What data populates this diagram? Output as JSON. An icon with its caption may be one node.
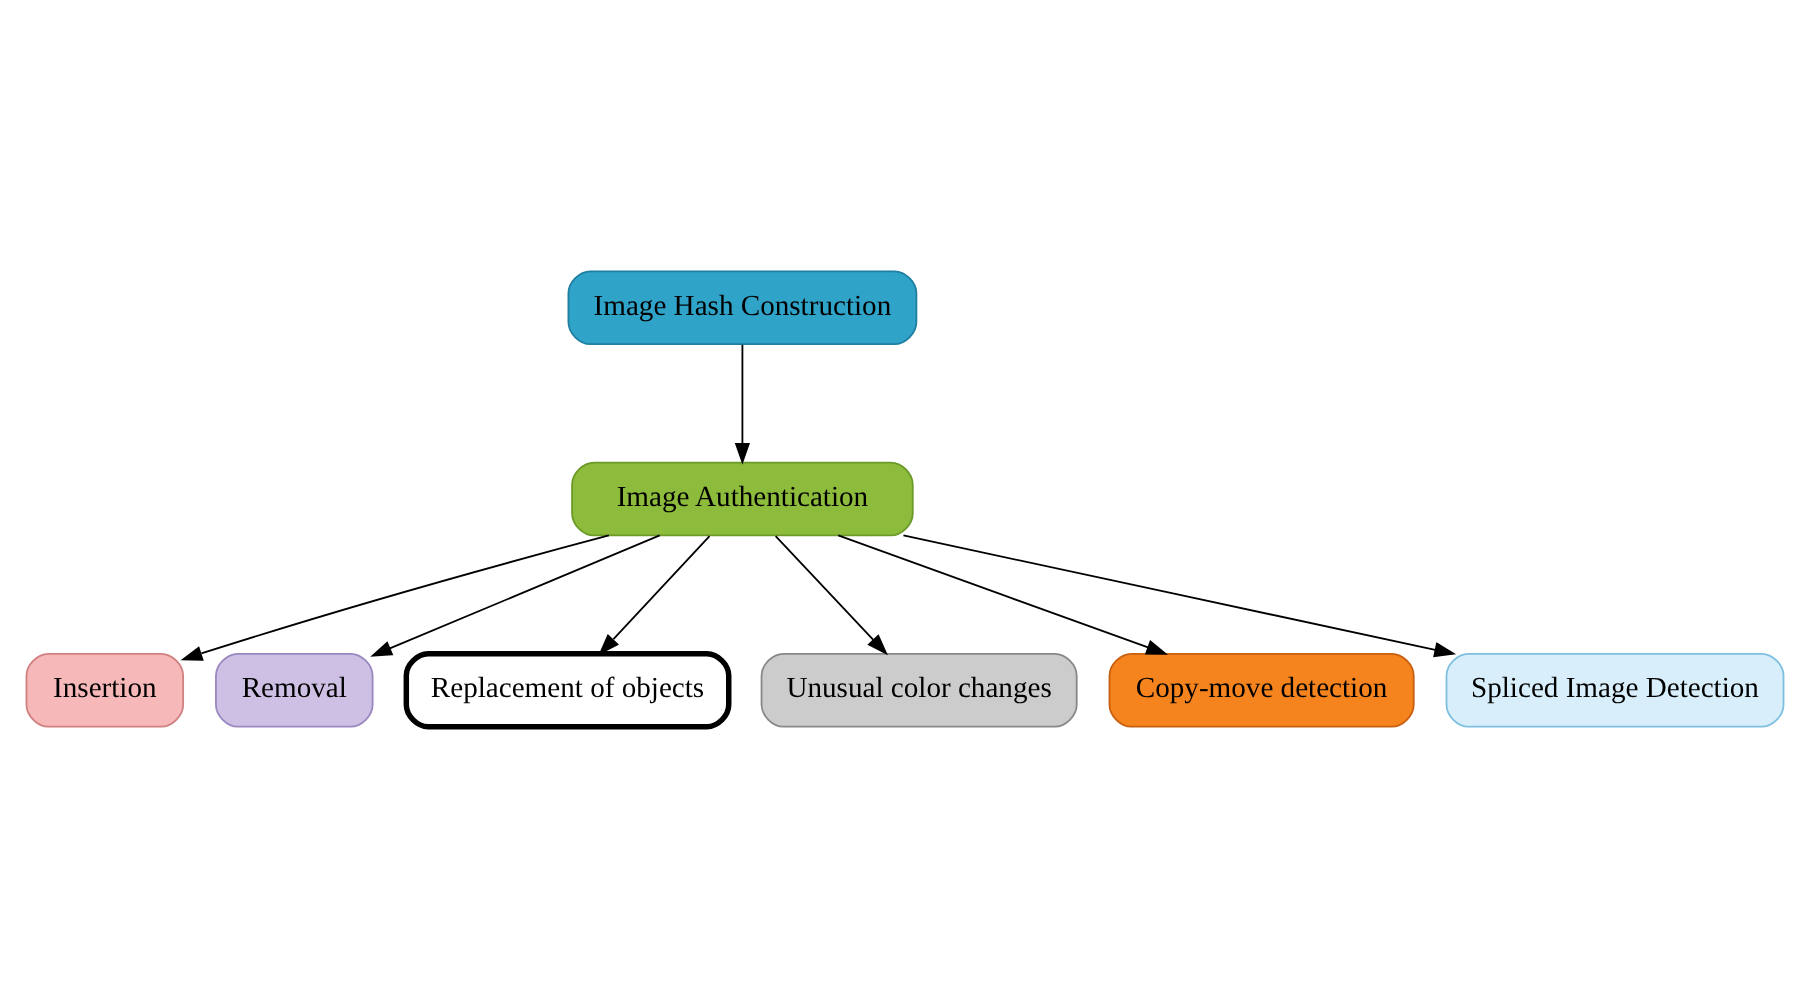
{
  "diagram": {
    "nodes": [
      {
        "text": [
          "Image Hash Construction"
        ]
      },
      {
        "text": [
          "Image Authentication"
        ]
      },
      {
        "text": [
          "Insertion"
        ]
      },
      {
        "text": [
          "Removal"
        ]
      },
      {
        "text": [
          "Replacement of objects"
        ]
      },
      {
        "text": [
          "Unusual color changes"
        ]
      },
      {
        "text": [
          "Copy-move detection"
        ]
      },
      {
        "text": [
          "Spliced Image Detection"
        ]
      }
    ],
    "edges": [
      {
        "from": 0,
        "to": 1,
        "arrow": "to"
      },
      {
        "from": 1,
        "to": 2,
        "arrow": "to"
      },
      {
        "from": 1,
        "to": 3,
        "arrow": "to"
      },
      {
        "from": 1,
        "to": 4,
        "arrow": "to"
      },
      {
        "from": 1,
        "to": 5,
        "arrow": "to"
      },
      {
        "from": 1,
        "to": 6,
        "arrow": "to"
      },
      {
        "from": 1,
        "to": 7,
        "arrow": "to"
      }
    ]
  }
}
